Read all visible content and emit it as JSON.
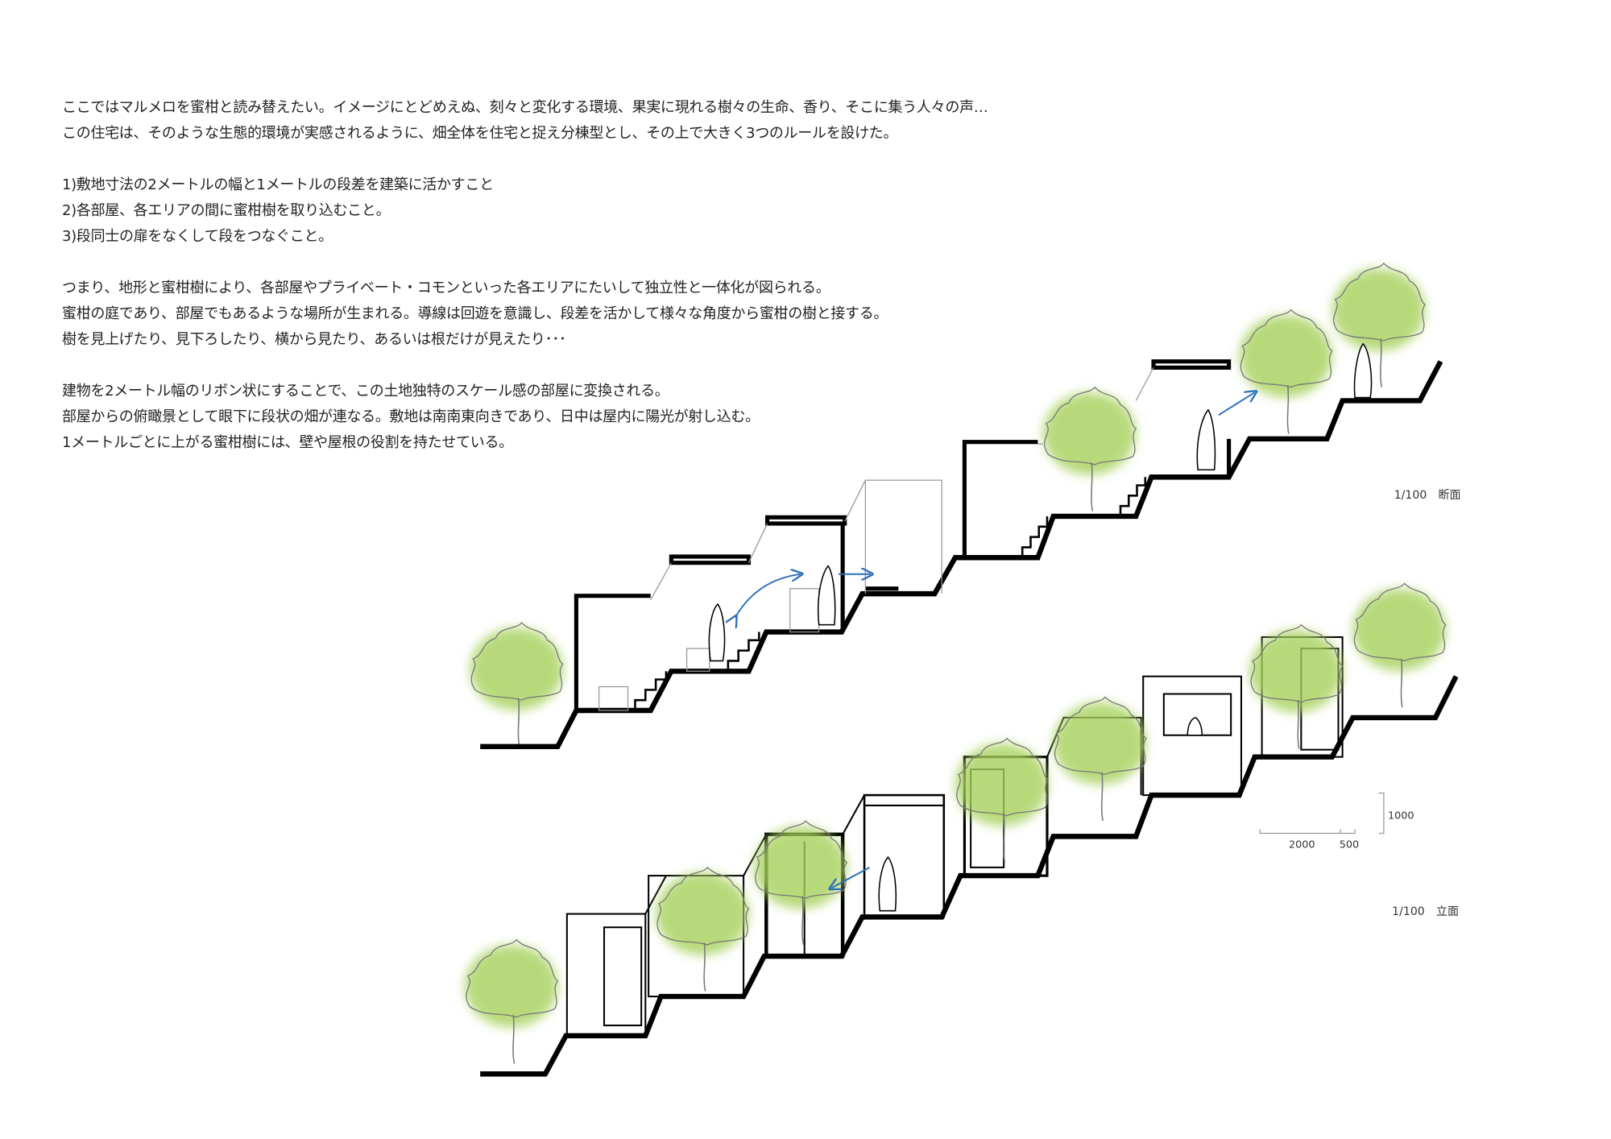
{
  "intro": [
    "ここではマルメロを蜜柑と読み替えたい。イメージにとどめえぬ、刻々と変化する環境、果実に現れる樹々の生命、香り、そこに集う人々の声…",
    "この住宅は、そのような生態的環境が実感されるように、畑全体を住宅と捉え分棟型とし、その上で大きく3つのルールを設けた。"
  ],
  "rules": [
    "1)敷地寸法の2メートルの幅と1メートルの段差を建築に活かすこと",
    "2)各部屋、各エリアの間に蜜柑樹を取り込むこと。",
    "3)段同士の扉をなくして段をつなぐこと。"
  ],
  "paragraph2": [
    "つまり、地形と蜜柑樹により、各部屋やプライベート・コモンといった各エリアにたいして独立性と一体化が図られる。",
    "蜜柑の庭であり、部屋でもあるような場所が生まれる。導線は回遊を意識し、段差を活かして様々な角度から蜜柑の樹と接する。",
    "樹を見上げたり、見下ろしたり、横から見たり、あるいは根だけが見えたり･･･"
  ],
  "paragraph3": [
    "建物を2メートル幅のリボン状にすることで、この土地独特のスケール感の部屋に変換される。",
    "部屋からの俯瞰景として眼下に段状の畑が連なる。敷地は南南東向きであり、日中は屋内に陽光が射し込む。",
    "1メートルごとに上がる蜜柑樹には、壁や屋根の役割を持たせている。"
  ],
  "section_label": "1/100　断面",
  "elevation_label": "1/100　立面",
  "scale": {
    "vertical": "1000",
    "horizontal_a": "2000",
    "horizontal_b": "500"
  },
  "colors": {
    "tree": "#a6d05a",
    "arrow": "#2a6fb8",
    "ground": "#000000"
  }
}
